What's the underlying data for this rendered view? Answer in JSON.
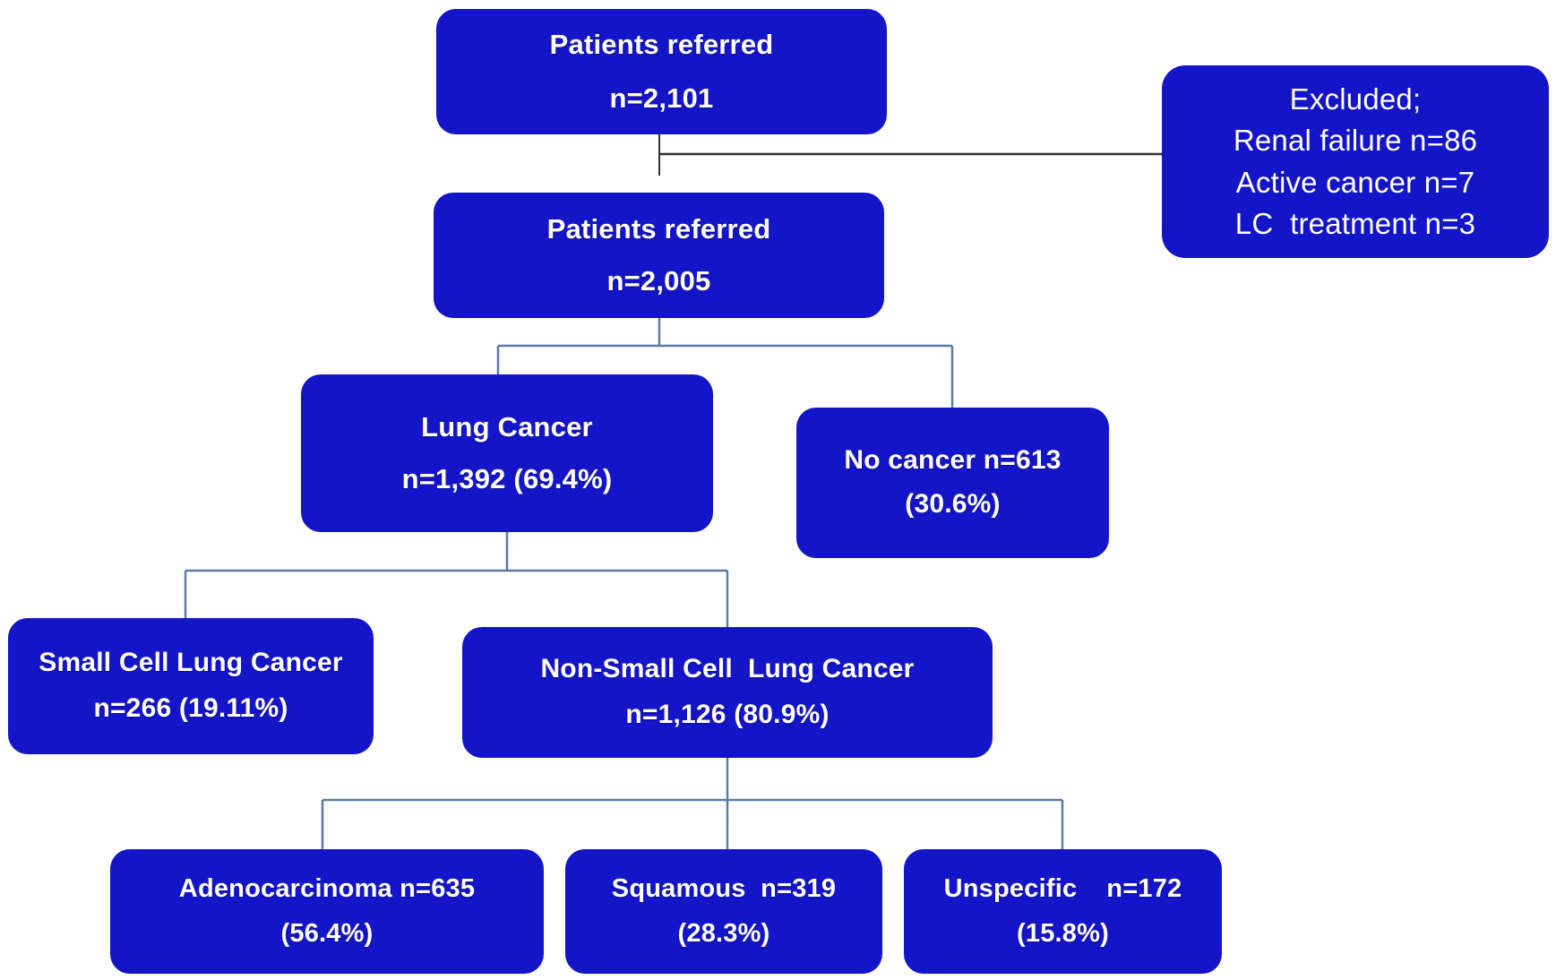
{
  "figure": {
    "type": "flowchart",
    "orientation": "top-down",
    "accent_color": "#1414c8",
    "text_color": "#ffffff",
    "connector_color": "#5b7ca6",
    "background_color": "#ffffff"
  },
  "nodes": {
    "patients_referred_total": {
      "line1": "Patients referred",
      "line2": "n=2,101"
    },
    "excluded": {
      "line1": "Excluded;",
      "line2": "Renal failure n=86",
      "line3": "Active cancer n=7",
      "line4": "LC  treatment n=3"
    },
    "patients_referred_included": {
      "line1": "Patients referred",
      "line2": "n=2,005"
    },
    "lung_cancer": {
      "line1": "Lung Cancer",
      "line2": "n=1,392 (69.4%)"
    },
    "no_cancer": {
      "line1": "No cancer n=613",
      "line2": "(30.6%)"
    },
    "small_cell": {
      "line1": "Small Cell Lung Cancer",
      "line2": "n=266 (19.11%)"
    },
    "non_small_cell": {
      "line1": "Non-Small Cell  Lung Cancer",
      "line2": "n=1,126 (80.9%)"
    },
    "adenocarcinoma": {
      "line1": "Adenocarcinoma n=635",
      "line2": "(56.4%)"
    },
    "squamous": {
      "line1": "Squamous  n=319",
      "line2": "(28.3%)"
    },
    "unspecific": {
      "line1": "Unspecific    n=172",
      "line2": "(15.8%)"
    }
  },
  "chart_data": {
    "type": "table",
    "title": "Patient flow diagram",
    "categories": [
      "Patients referred",
      "Excluded: Renal failure",
      "Excluded: Active cancer",
      "Excluded: LC treatment",
      "Patients referred (included)",
      "Lung Cancer",
      "No cancer",
      "Small Cell Lung Cancer",
      "Non-Small Cell Lung Cancer",
      "Adenocarcinoma",
      "Squamous",
      "Unspecific"
    ],
    "values": [
      2101,
      86,
      7,
      3,
      2005,
      1392,
      613,
      266,
      1126,
      635,
      319,
      172
    ],
    "percentages": [
      null,
      null,
      null,
      null,
      null,
      69.4,
      30.6,
      19.11,
      80.9,
      56.4,
      28.3,
      15.8
    ]
  }
}
